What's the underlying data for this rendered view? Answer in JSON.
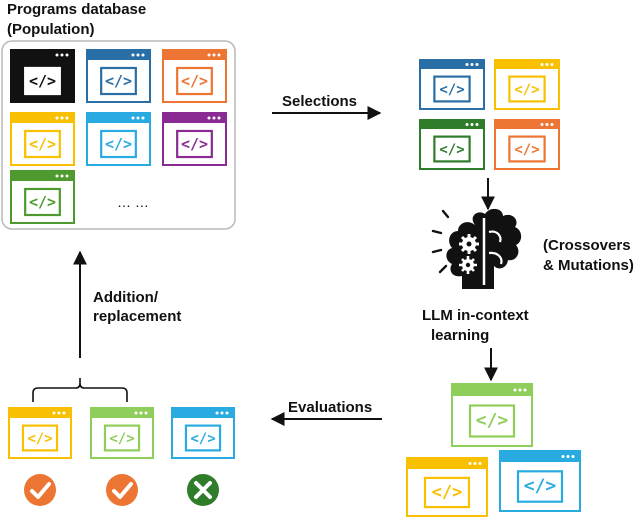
{
  "population": {
    "title_line1": "Programs database",
    "title_line2": "(Population)",
    "ellipsis": "… …",
    "windows": [
      {
        "color": "#111111",
        "fill": "#111111"
      },
      {
        "color": "#2a6ea6"
      },
      {
        "color": "#ec7533"
      },
      {
        "color": "#f8c000"
      },
      {
        "color": "#29abe2"
      },
      {
        "color": "#8a2b93"
      },
      {
        "color": "#4e9a2e"
      }
    ]
  },
  "selected": {
    "windows": [
      {
        "color": "#2a6ea6"
      },
      {
        "color": "#f8c000"
      },
      {
        "color": "#2f7d2a"
      },
      {
        "color": "#ec7533"
      }
    ]
  },
  "llm": {
    "label_line1": "LLM in-context",
    "label_line2": "learning",
    "ops_line1": "(Crossovers",
    "ops_line2": "& Mutations)",
    "icon": "brain-gears-icon"
  },
  "offspring": {
    "windows": [
      {
        "color": "#8fce5a"
      },
      {
        "color": "#f8c000"
      },
      {
        "color": "#29abe2"
      }
    ]
  },
  "evaluated": {
    "windows": [
      {
        "color": "#f8c000",
        "result": "accepted"
      },
      {
        "color": "#8fce5a",
        "result": "accepted"
      },
      {
        "color": "#29abe2",
        "result": "rejected"
      }
    ]
  },
  "arrows": {
    "selections": "Selections",
    "evaluations": "Evaluations",
    "addition_line1": "Addition/",
    "addition_line2": "replacement"
  },
  "colors": {
    "check": "#ec7533",
    "cross": "#2f7d2a",
    "code_glyph": "</>",
    "ink": "#111111"
  }
}
